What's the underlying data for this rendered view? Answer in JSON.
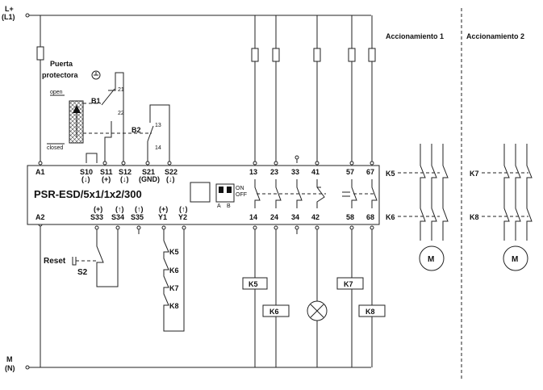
{
  "rails": {
    "top_label_1": "L+",
    "top_label_2": "(L1)",
    "bottom_label_1": "M",
    "bottom_label_2": "(N)"
  },
  "door": {
    "title_1": "Puerta",
    "title_2": "protectora",
    "open": "open",
    "closed": "closed",
    "b1": "B1",
    "b1_t1": "21",
    "b1_t2": "22",
    "b2": "B2",
    "b2_t1": "13",
    "b2_t2": "14"
  },
  "module": {
    "name": "PSR-ESD/5x1/1x2/300",
    "top_terms": [
      {
        "name": "A1",
        "sub": ""
      },
      {
        "name": "S10",
        "sub": "(↓)"
      },
      {
        "name": "S11",
        "sub": "(+)"
      },
      {
        "name": "S12",
        "sub": "(↓)"
      },
      {
        "name": "S21",
        "sub": "(GND)"
      },
      {
        "name": "S22",
        "sub": "(↓)"
      }
    ],
    "out_top": [
      "13",
      "23",
      "33",
      "41",
      "57",
      "67"
    ],
    "bottom_terms": [
      {
        "name": "A2",
        "sup": ""
      },
      {
        "name": "S33",
        "sup": "(+)"
      },
      {
        "name": "S34",
        "sup": "(↑)"
      },
      {
        "name": "S35",
        "sup": "(↑)"
      },
      {
        "name": "Y1",
        "sup": "(+)"
      },
      {
        "name": "Y2",
        "sup": "(↑)"
      }
    ],
    "out_bottom": [
      "14",
      "24",
      "34",
      "42",
      "58",
      "68"
    ],
    "switch_on": "ON",
    "switch_off": "OFF",
    "switch_a": "A",
    "switch_b": "B"
  },
  "reset": {
    "label": "Reset",
    "s2": "S2"
  },
  "feedback": [
    "K5",
    "K6",
    "K7",
    "K8"
  ],
  "coils": [
    "K5",
    "K6",
    "K7",
    "K8"
  ],
  "drives": [
    {
      "title": "Accionamiento 1",
      "k_top": "K5",
      "k_bottom": "K6",
      "motor": "M"
    },
    {
      "title": "Accionamiento 2",
      "k_top": "K7",
      "k_bottom": "K8",
      "motor": "M"
    }
  ]
}
